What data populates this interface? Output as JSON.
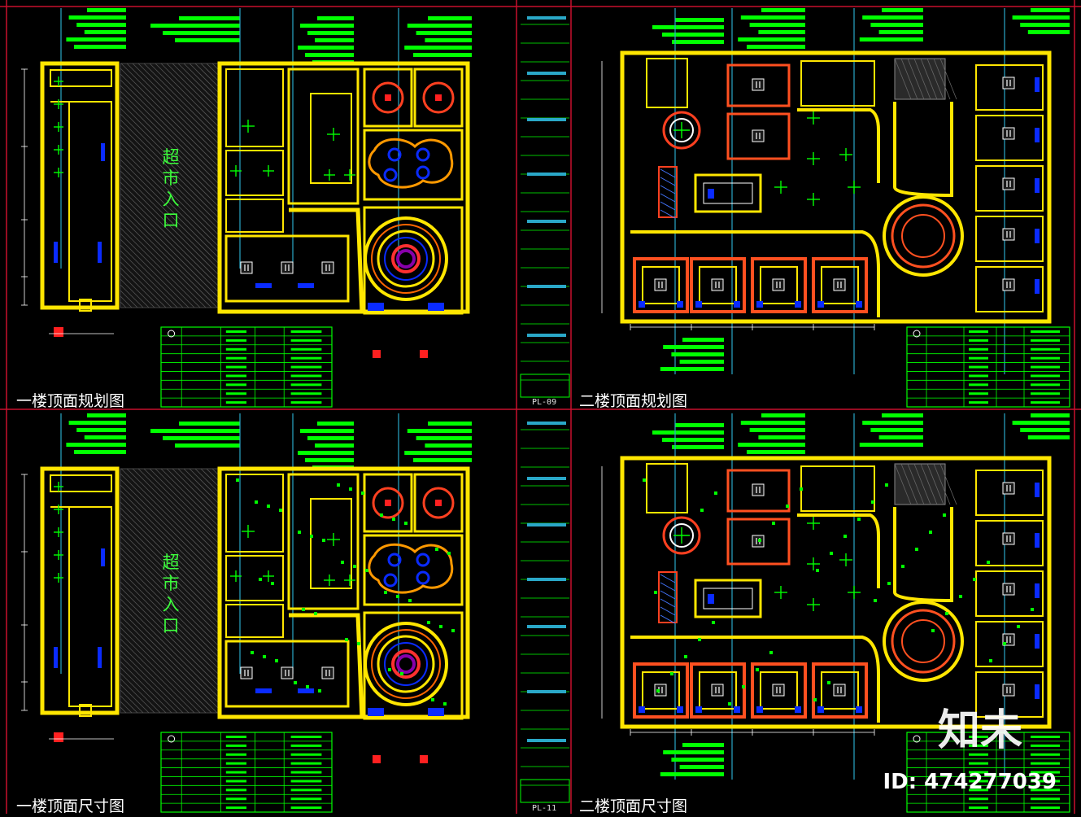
{
  "drawing": {
    "panels": [
      {
        "id": "tl",
        "title": "一楼顶面规划图",
        "label": "超市入口",
        "sheet_no": "PL-09"
      },
      {
        "id": "tr",
        "title": "二楼顶面规划图"
      },
      {
        "id": "bl",
        "title": "一楼顶面尺寸图",
        "label": "超市入口",
        "sheet_no": "PL-11"
      },
      {
        "id": "br",
        "title": "二楼顶面尺寸图"
      }
    ]
  },
  "colors": {
    "background": "#000000",
    "frame": "#C8102E",
    "wall": "#FFE600",
    "annotation": "#00FF00",
    "fixture": "#0A2BFF",
    "leader": "#2AA8C8",
    "accent": "#FF2020"
  },
  "watermark": {
    "logo": "知未",
    "id": "ID: 474277039"
  }
}
